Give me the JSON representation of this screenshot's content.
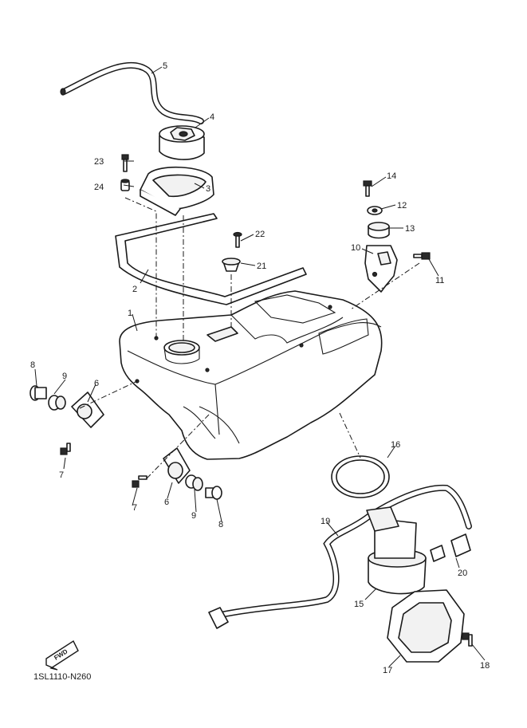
{
  "diagram_code": "1SL1110-N260",
  "fwd_label": "FWD",
  "callouts": {
    "c1": "1",
    "c2": "2",
    "c3": "3",
    "c4": "4",
    "c5": "5",
    "c6a": "6",
    "c6b": "6",
    "c7a": "7",
    "c7b": "7",
    "c8a": "8",
    "c8b": "8",
    "c9a": "9",
    "c9b": "9",
    "c10": "10",
    "c11": "11",
    "c12": "12",
    "c13": "13",
    "c14": "14",
    "c15": "15",
    "c16": "16",
    "c17": "17",
    "c18": "18",
    "c19": "19",
    "c20": "20",
    "c21": "21",
    "c22": "22",
    "c23": "23",
    "c24": "24"
  }
}
